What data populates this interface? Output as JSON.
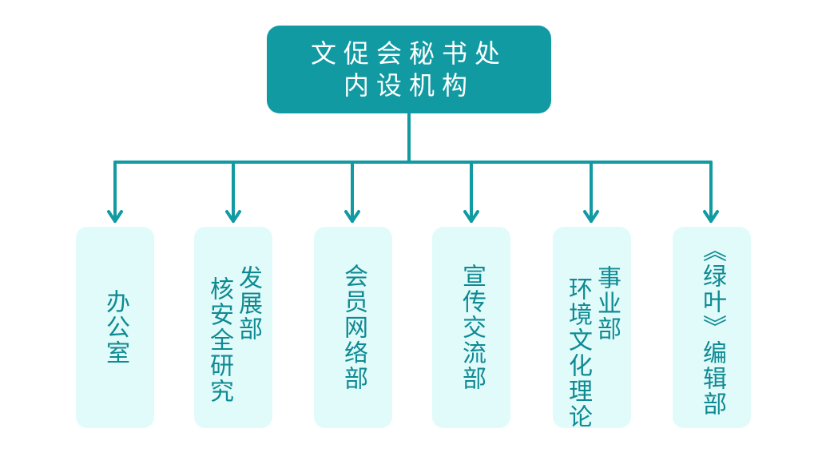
{
  "root": {
    "lines": [
      "文促会秘书处",
      "内设机构"
    ]
  },
  "departments": [
    {
      "lines": [
        "办公室"
      ]
    },
    {
      "lines": [
        "核安全研究",
        "发展部"
      ]
    },
    {
      "lines": [
        "会员网络部"
      ]
    },
    {
      "lines": [
        "宣传交流部"
      ]
    },
    {
      "lines": [
        "环境文化理论",
        "事业部"
      ]
    },
    {
      "lines": [
        "《绿叶》编辑部"
      ]
    }
  ],
  "colors": {
    "root_fill": "#119aa2",
    "root_text": "#ffffff",
    "connector": "#119aa2",
    "department_fill": "#e1fbfb",
    "department_text": "#0f8a92"
  }
}
